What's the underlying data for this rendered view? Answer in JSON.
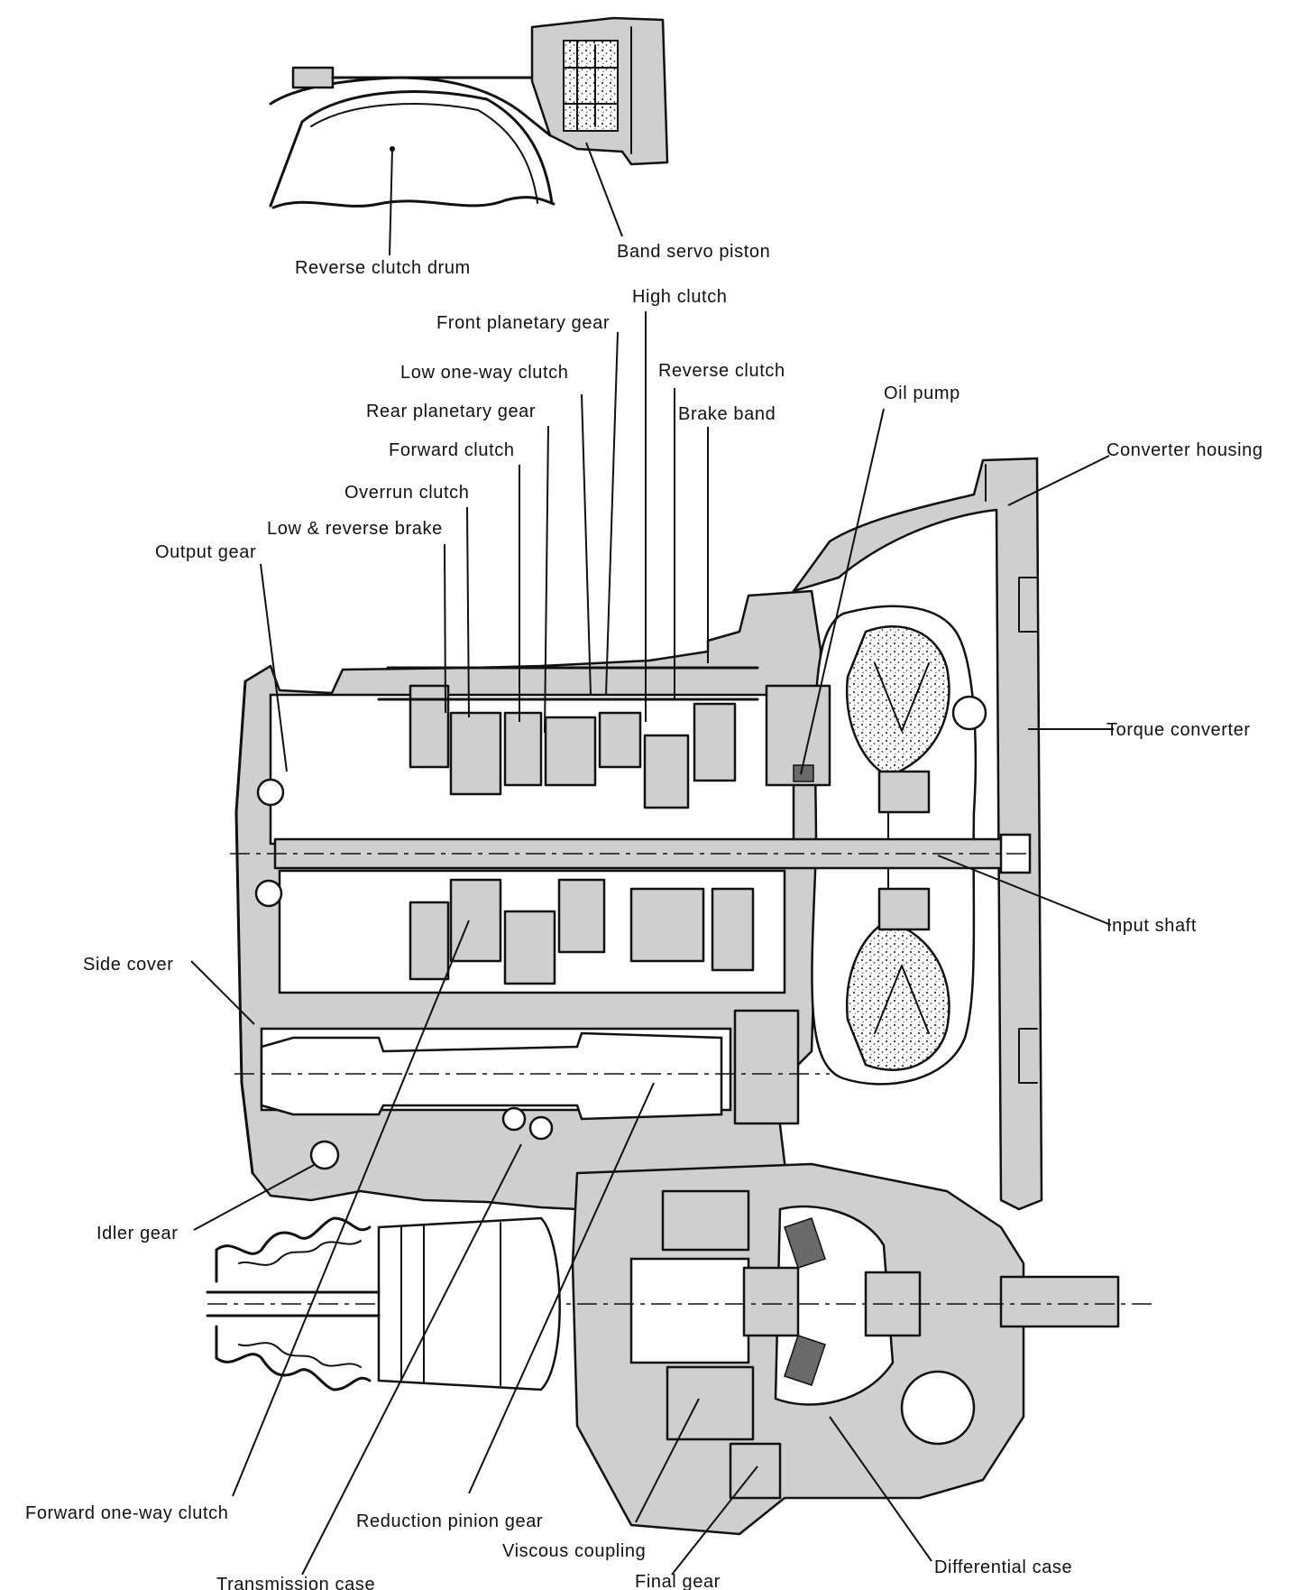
{
  "labels": {
    "reverse_clutch_drum": "Reverse clutch drum",
    "band_servo_piston": "Band servo piston",
    "high_clutch": "High clutch",
    "front_planetary_gear": "Front planetary gear",
    "low_one_way_clutch": "Low one-way clutch",
    "reverse_clutch": "Reverse clutch",
    "rear_planetary_gear": "Rear planetary gear",
    "brake_band": "Brake band",
    "oil_pump": "Oil pump",
    "forward_clutch": "Forward clutch",
    "converter_housing": "Converter housing",
    "overrun_clutch": "Overrun clutch",
    "low_reverse_brake": "Low & reverse brake",
    "output_gear": "Output gear",
    "torque_converter": "Torque converter",
    "input_shaft": "Input shaft",
    "side_cover": "Side cover",
    "idler_gear": "Idler gear",
    "forward_one_way_clutch": "Forward one-way clutch",
    "reduction_pinion_gear": "Reduction pinion gear",
    "viscous_coupling": "Viscous coupling",
    "transmission_case": "Transmission case",
    "final_gear": "Final gear",
    "differential_case": "Differential case"
  }
}
